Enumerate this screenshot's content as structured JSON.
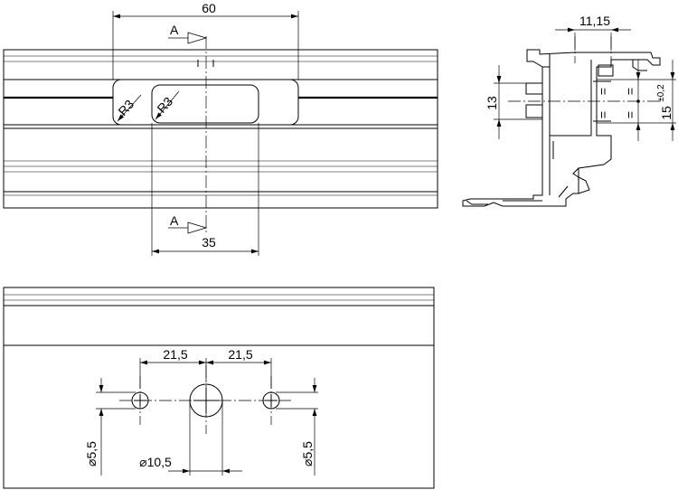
{
  "labels": {
    "top_width": "60",
    "section_mark_top": "A",
    "section_mark_bottom": "A",
    "slot_radius_left": "R3",
    "slot_radius_right": "R3",
    "slot_length": "35",
    "profile_width": "11,15",
    "profile_height_13": "13",
    "profile_height_15": "15",
    "profile_tolerance": "±0,2",
    "equal_mark": "=",
    "spacing_left": "21,5",
    "spacing_right": "21,5",
    "dia_left": "⌀5,5",
    "dia_center": "⌀10,5",
    "dia_right": "⌀5,5"
  }
}
